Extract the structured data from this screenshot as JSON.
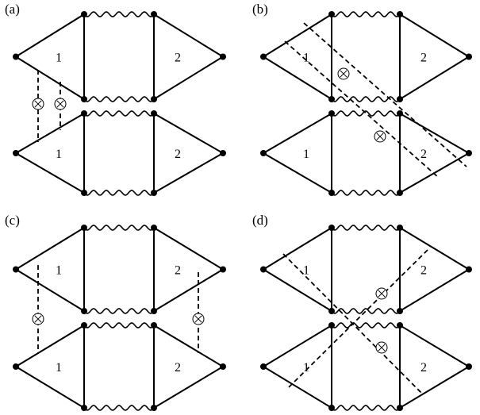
{
  "panels": [
    {
      "label": "(a)",
      "upper": {
        "left": "1",
        "right": "2"
      },
      "lower": {
        "left": "1",
        "right": "2"
      }
    },
    {
      "label": "(b)",
      "upper": {
        "left": "1",
        "right": "2"
      },
      "lower": {
        "left": "1",
        "right": "2"
      }
    },
    {
      "label": "(c)",
      "upper": {
        "left": "1",
        "right": "2"
      },
      "lower": {
        "left": "1",
        "right": "2"
      }
    },
    {
      "label": "(d)",
      "upper": {
        "left": "1",
        "right": "2"
      },
      "lower": {
        "left": "1",
        "right": "2"
      }
    }
  ],
  "colors": {
    "ink": "#000000",
    "background": "#ffffff"
  },
  "icons": {
    "impurity": "circled-times"
  }
}
